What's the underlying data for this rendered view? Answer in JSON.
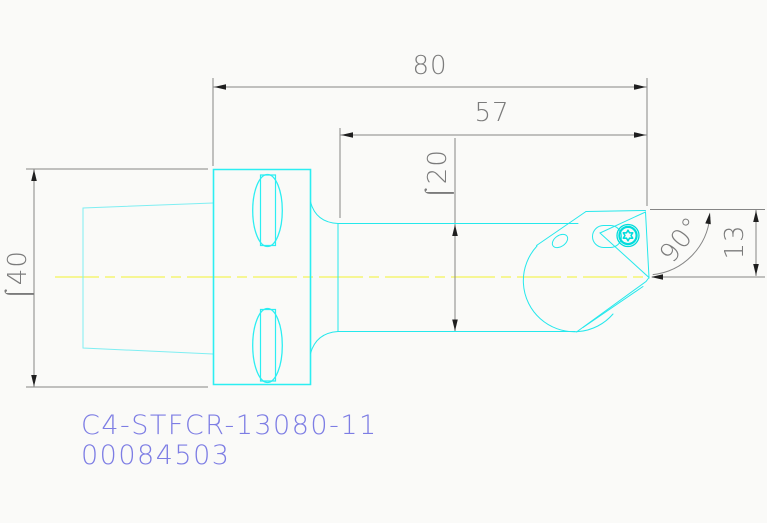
{
  "drawing": {
    "title_block": {
      "part_number": "C4-STFCR-13080-11",
      "item_number": "00084503"
    },
    "dimensions": {
      "overall_length": "80",
      "functional_length": "57",
      "bar_diameter": "⌠20",
      "shank_diameter": "⌠40",
      "entering_angle": "90°",
      "insert_size": "13"
    },
    "colors": {
      "geometry_cyan": "#1fe9ee",
      "centerline_yellow": "#f2f230",
      "dimension_gray": "#858585",
      "arrow_black": "#1f1f1f",
      "part_text_blue": "#7d7de4"
    }
  }
}
